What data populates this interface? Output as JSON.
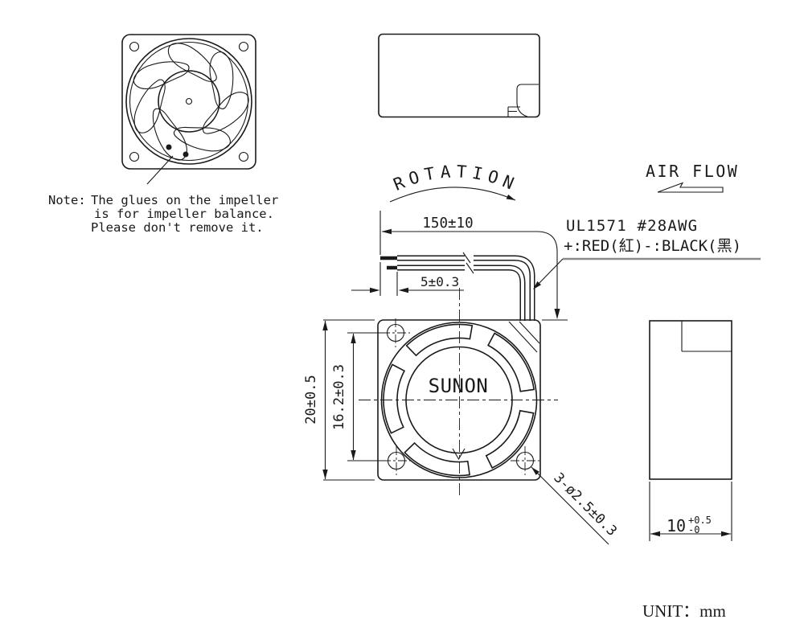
{
  "colors": {
    "ink": "#1a1a1a",
    "paper": "#ffffff",
    "underline_gray": "#8a8a8a"
  },
  "note": {
    "prefix": "Note:",
    "lines": [
      "The glues on the impeller",
      "is for impeller balance.",
      "Please don't remove it."
    ]
  },
  "annotations": {
    "rotation": "ROTATION",
    "air_flow": "AIR FLOW",
    "unit": "UNIT：mm"
  },
  "wires": {
    "dim_length": "150±10",
    "dim_strip": "5±0.3",
    "spec": "UL1571 #28AWG",
    "polarity": "+:RED(紅)-:BLACK(黑)"
  },
  "front_view": {
    "brand": "SUNON",
    "dim_frame": "20±0.5",
    "dim_hole_pitch": "16.2±0.3",
    "dim_mount_holes": "3-ø2.5±0.3"
  },
  "side_view": {
    "dim_thickness": "10",
    "tol_plus": "+0.5",
    "tol_minus": "-0"
  }
}
